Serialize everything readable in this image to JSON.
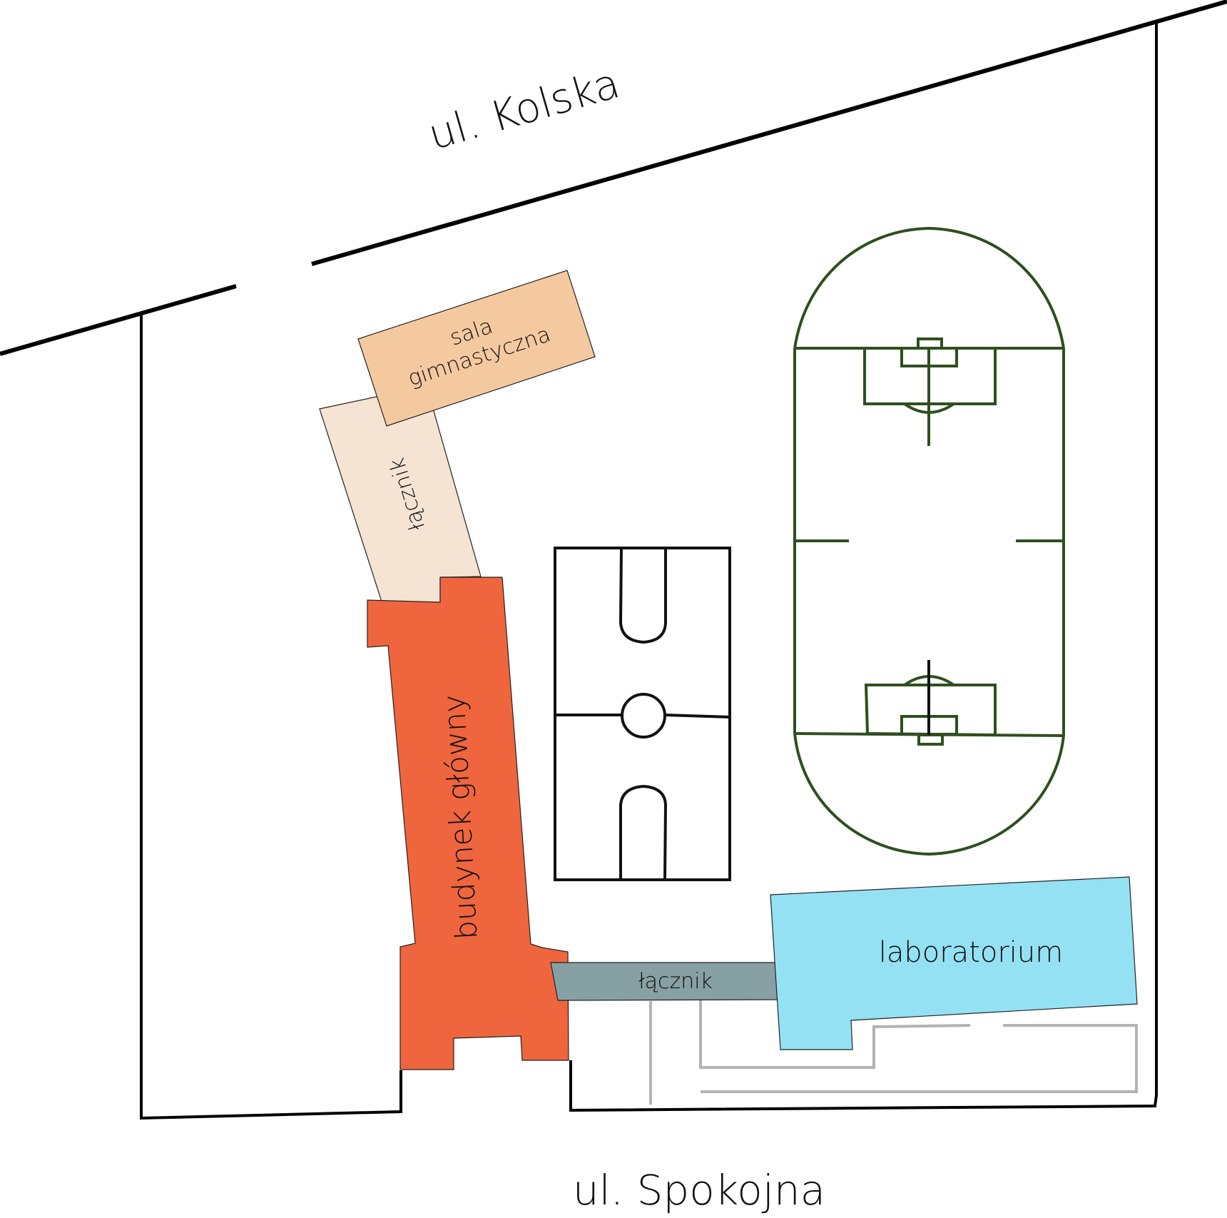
{
  "map": {
    "streets": {
      "north": "ul. Kolska",
      "south": "ul. Spokojna"
    },
    "buildings": [
      {
        "id": "sala-gimnastyczna",
        "label_lines": [
          "sala",
          "gimnastyczna"
        ],
        "color": "#f5c9a0"
      },
      {
        "id": "lacznik-north",
        "label": "łącznik",
        "color": "#f5e3d4"
      },
      {
        "id": "budynek-glowny",
        "label": "budynek główny",
        "color": "#ef653e"
      },
      {
        "id": "lacznik-south",
        "label": "łącznik",
        "color": "#87a0a3"
      },
      {
        "id": "laboratorium",
        "label": "laboratorium",
        "color": "#94e1f4"
      }
    ],
    "facilities": {
      "basketball_court": "basketball-court",
      "football_pitch": "football-pitch",
      "pitch_color": "#2f4f1f",
      "path_color": "#b3b3b3"
    }
  }
}
